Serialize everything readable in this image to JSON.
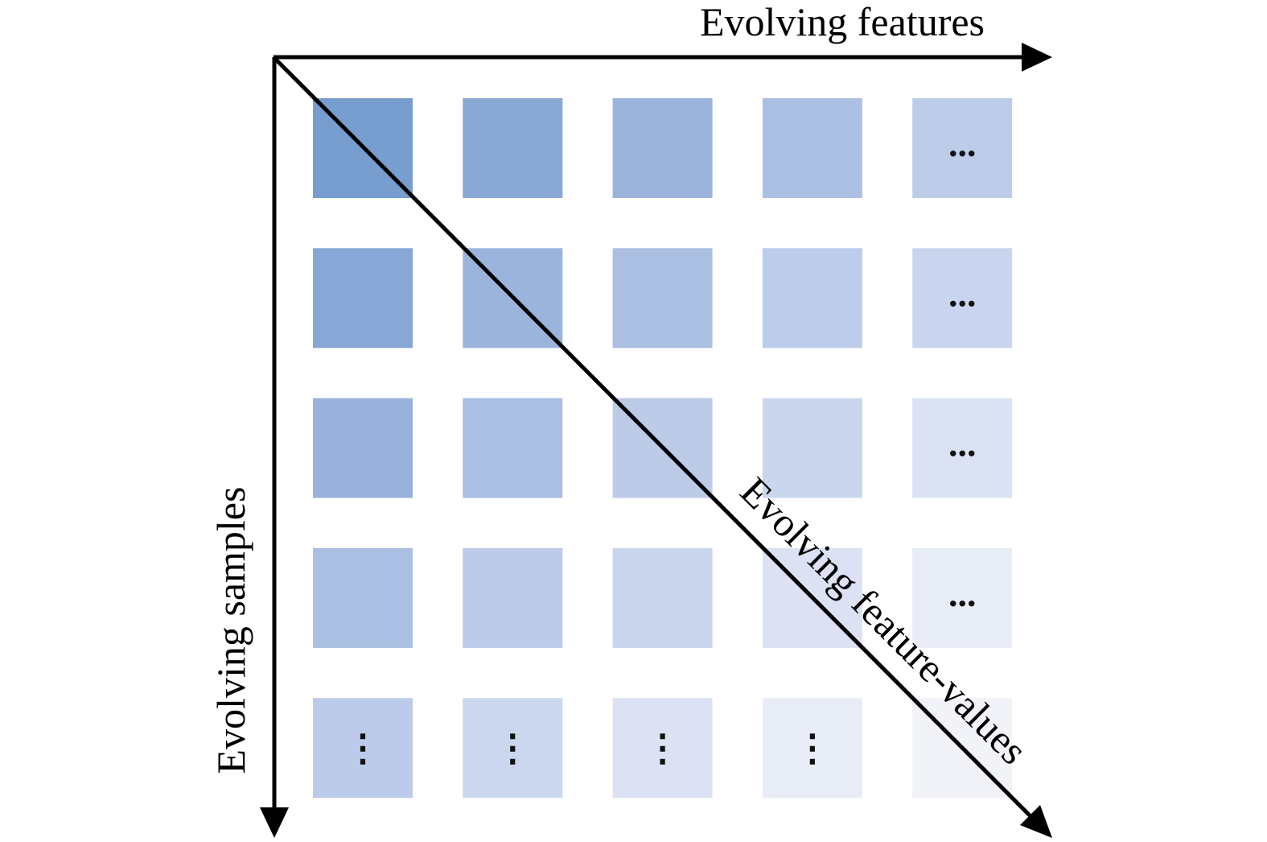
{
  "axes": {
    "features_label": "Evolving features",
    "samples_label": "Evolving samples",
    "values_label": "Evolving feature-values"
  },
  "grid": {
    "row_end_marker": "...",
    "column_end_marker": "⋮",
    "cells": [
      [
        "#789dcf",
        "#89a8d6",
        "#99b3db",
        "#abc0e2",
        "#bccce9"
      ],
      [
        "#87a7d6",
        "#9ab4dc",
        "#abbfe2",
        "#bcccea",
        "#c9d5ee"
      ],
      [
        "#99b2db",
        "#aabfe2",
        "#bccbe8",
        "#cad6ee",
        "#dbe2f3"
      ],
      [
        "#aabfe2",
        "#bccbe9",
        "#cad6ee",
        "#dce2f3",
        "#e9edf7"
      ],
      [
        "#bbcbe9",
        "#cbd7ef",
        "#dce2f3",
        "#e8ecf6",
        "#f1f3f8"
      ]
    ]
  },
  "colors": {
    "axis": "#000000",
    "background": "#ffffff"
  }
}
